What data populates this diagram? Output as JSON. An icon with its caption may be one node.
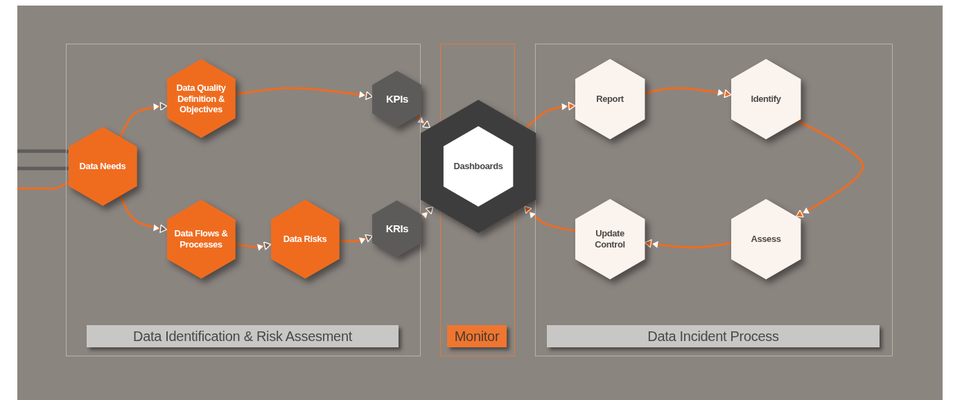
{
  "diagram": {
    "nodes": [
      {
        "text": [
          "Data Identification & Risk Assesment"
        ]
      },
      {
        "text": [
          "Monitor"
        ]
      },
      {
        "text": [
          "Data Incident Process"
        ]
      },
      {
        "text": [
          "Data Needs"
        ],
        "in": 0
      },
      {
        "text": [
          "Data Quality Definition & Objectives"
        ],
        "in": 0
      },
      {
        "text": [
          "Data Flows & Processes"
        ],
        "in": 0
      },
      {
        "text": [
          "Data Risks"
        ],
        "in": 0
      },
      {
        "text": [
          "KPIs"
        ],
        "in": 0
      },
      {
        "text": [
          "KRIs"
        ],
        "in": 0
      },
      {
        "text": [
          "Dashboards"
        ]
      },
      {
        "text": [
          "Report"
        ],
        "in": 2
      },
      {
        "text": [
          "Identify"
        ],
        "in": 2
      },
      {
        "text": [
          "Assess"
        ],
        "in": 2
      },
      {
        "text": [
          "Update Control"
        ],
        "in": 2
      }
    ],
    "edges": [
      {
        "from": null,
        "to": 3,
        "arrow": "none",
        "color": "#5f5c59"
      },
      {
        "from": null,
        "to": 3,
        "arrow": "none",
        "color": "#5f5c59"
      },
      {
        "from": null,
        "to": 3,
        "arrow": "none"
      },
      {
        "from": 3,
        "to": 4,
        "arrow": "to"
      },
      {
        "from": 4,
        "to": 7,
        "arrow": "to"
      },
      {
        "from": 7,
        "to": 9,
        "arrow": "to"
      },
      {
        "from": 3,
        "to": 5,
        "arrow": "to"
      },
      {
        "from": 5,
        "to": 6,
        "arrow": "to"
      },
      {
        "from": 6,
        "to": 8,
        "arrow": "to"
      },
      {
        "from": 8,
        "to": 9,
        "arrow": "to"
      },
      {
        "from": 9,
        "to": 10,
        "arrow": "to"
      },
      {
        "from": 10,
        "to": 11,
        "arrow": "to"
      },
      {
        "from": 11,
        "to": 12,
        "arrow": "to"
      },
      {
        "from": 12,
        "to": 13,
        "arrow": "to"
      },
      {
        "from": 13,
        "to": 9,
        "arrow": "to"
      }
    ]
  }
}
